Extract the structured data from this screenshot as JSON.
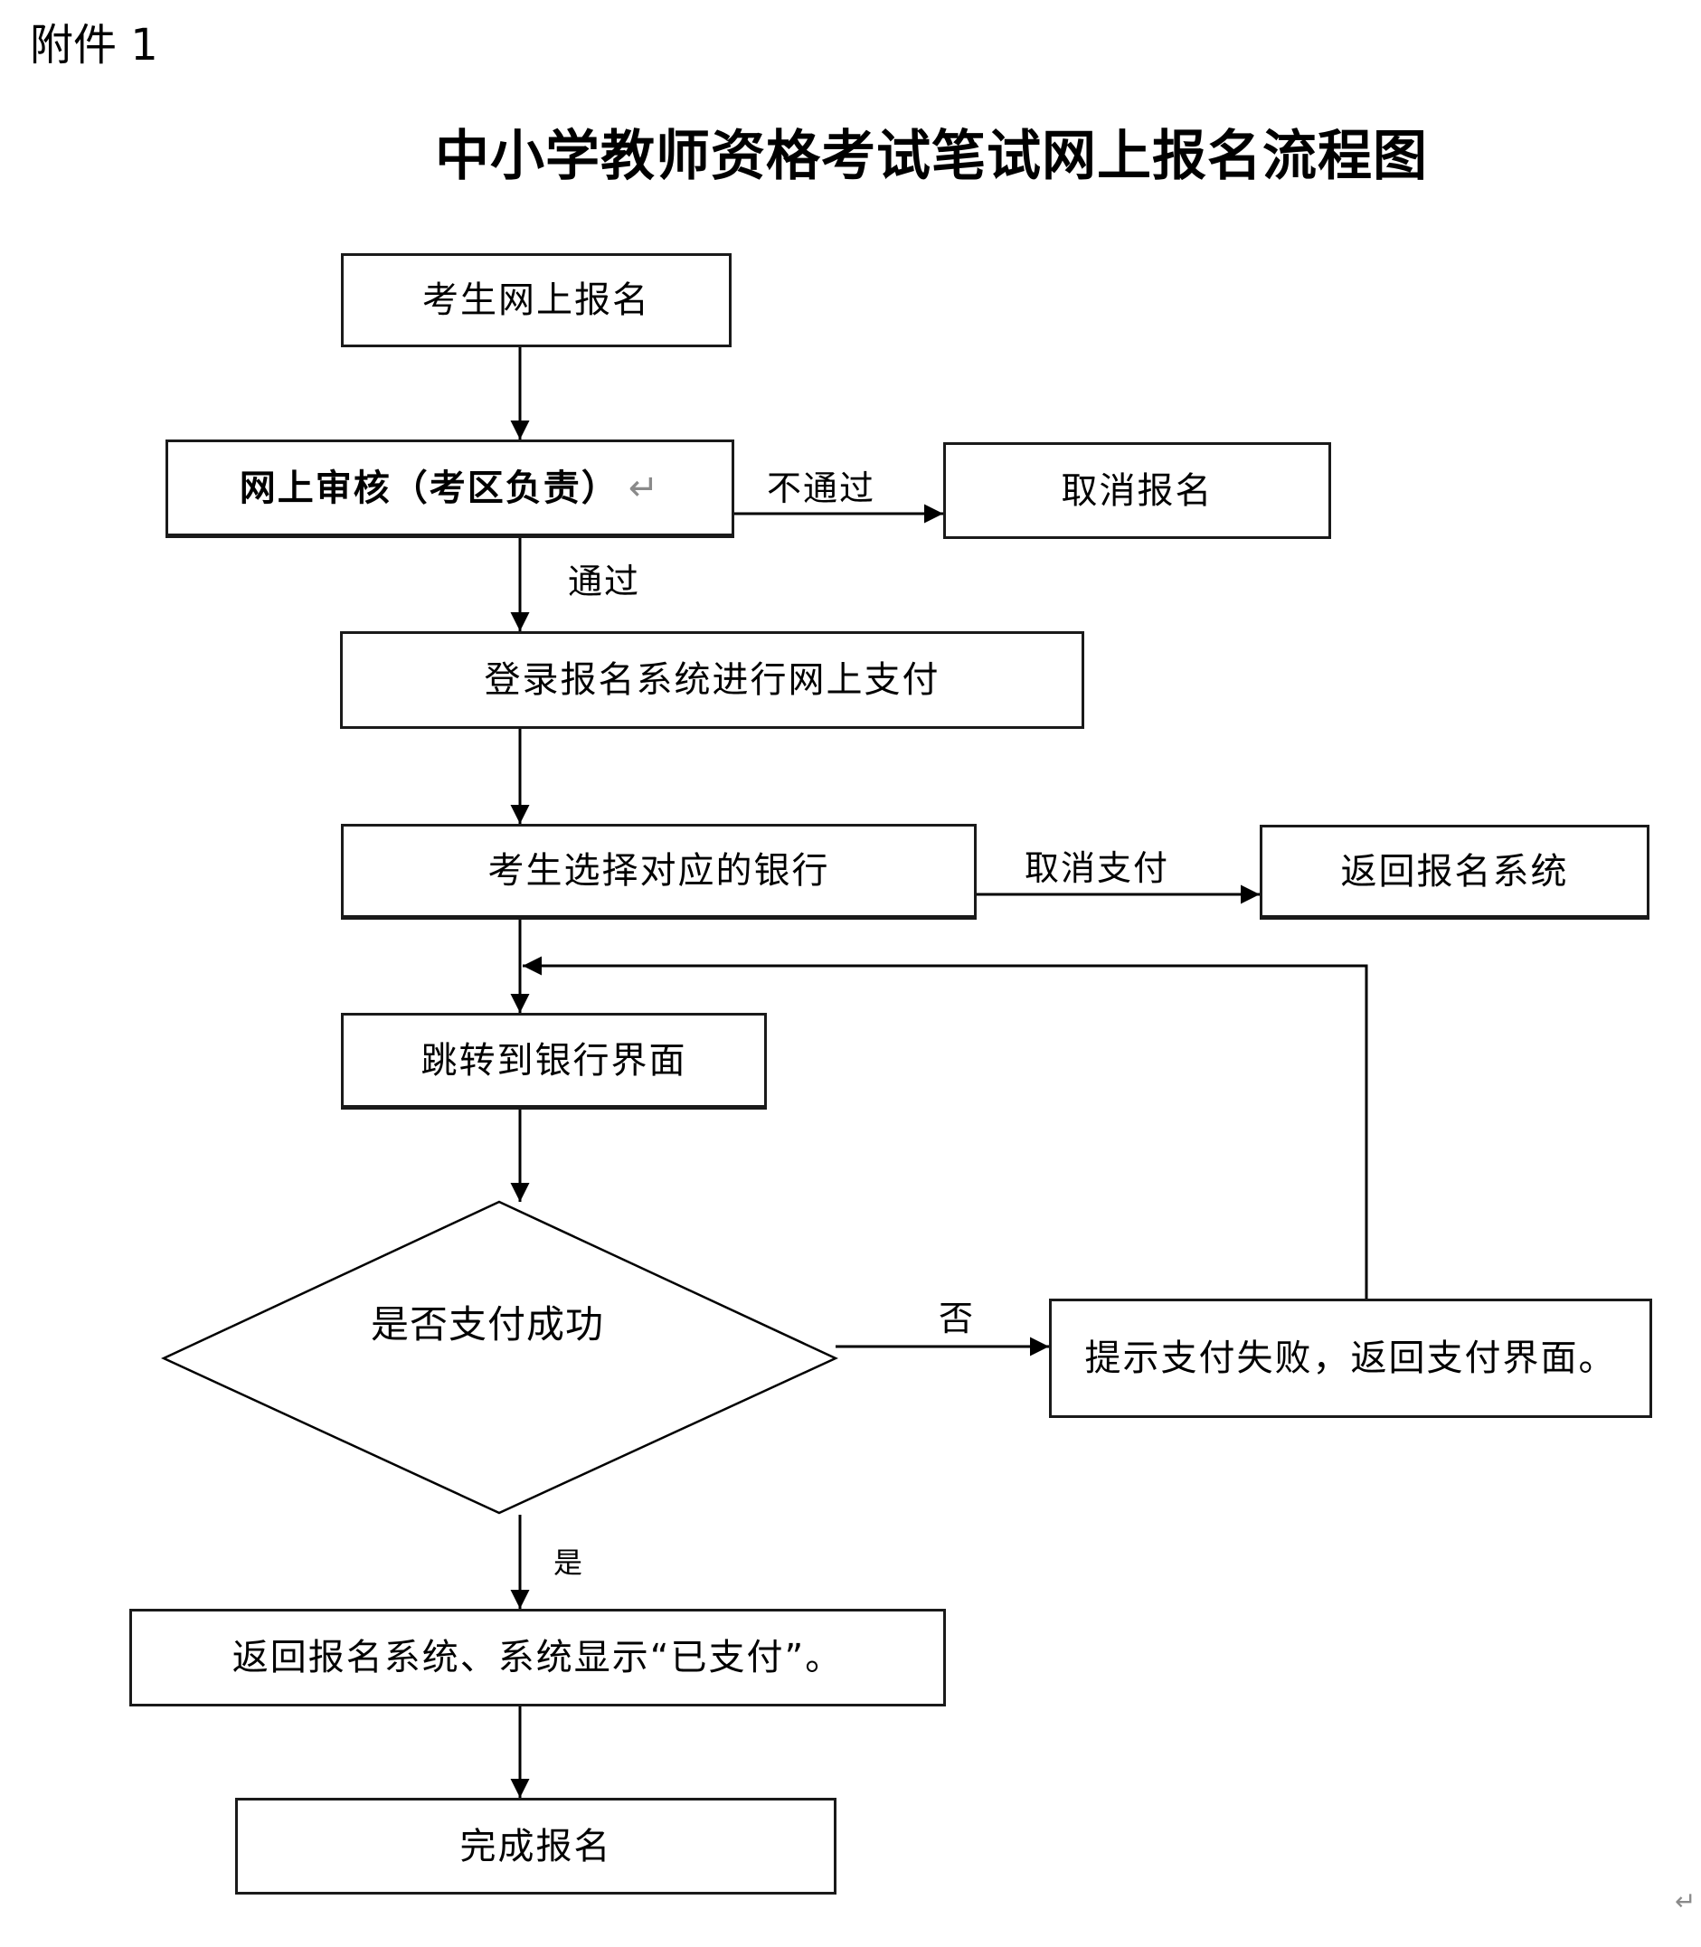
{
  "header": {
    "attachment_label": "附件 1",
    "title": "中小学教师资格考试笔试网上报名流程图"
  },
  "flowchart": {
    "nodes": {
      "online_registration": "考生网上报名",
      "online_review": "网上审核（考区负责）",
      "cancel_registration": "取消报名",
      "login_pay": "登录报名系统进行网上支付",
      "select_bank": "考生选择对应的银行",
      "return_system": "返回报名系统",
      "jump_bank": "跳转到银行界面",
      "payment_success_decision": "是否支付成功",
      "payment_failed": "提示支付失败，返回支付界面。",
      "paid_status": "返回报名系统、系统显示“已支付”。",
      "complete": "完成报名"
    },
    "edge_labels": {
      "review_fail": "不通过",
      "review_pass": "通过",
      "cancel_payment": "取消支付",
      "decision_no": "否",
      "decision_yes": "是"
    },
    "paragraph_mark": "↵"
  }
}
